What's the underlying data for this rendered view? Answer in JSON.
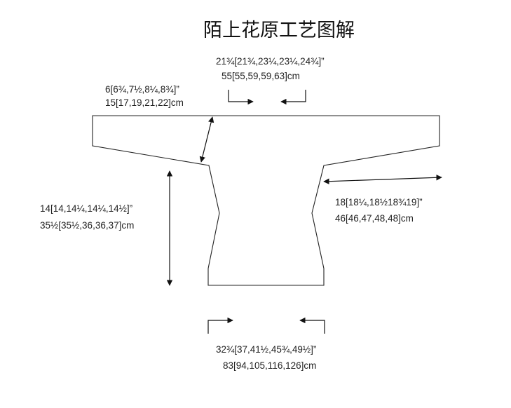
{
  "title": "陌上花原工艺图解",
  "dimensions": {
    "upper_width": {
      "inches": "21¾[21¾,23¼,23¼,24¾]”",
      "cm": "55[55,59,59,63]cm"
    },
    "shoulder_slope": {
      "inches": "6[6¾,7½,8¼,8¾]”",
      "cm": "15[17,19,21,22]cm"
    },
    "body_length": {
      "inches": "14[14,14¼,14¼,14½]”",
      "cm": "35½[35½,36,36,37]cm"
    },
    "sleeve_length": {
      "inches": "18[18¼,18½18¾19]”",
      "cm": "46[46,47,48,48]cm"
    },
    "hem_width": {
      "inches": "32¾[37,41½,45¾,49½]”",
      "cm": "83[94,105,116,126]cm"
    }
  },
  "colors": {
    "line": "#222222",
    "text": "#222222",
    "background": "#ffffff"
  }
}
